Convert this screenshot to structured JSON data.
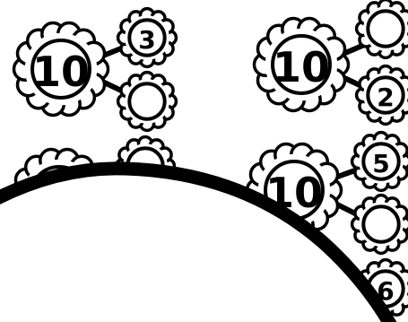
{
  "worksheet": {
    "groups": [
      {
        "whole": "10",
        "parts": [
          "3",
          ""
        ]
      },
      {
        "whole": "10",
        "parts": [
          "",
          "2"
        ]
      },
      {
        "whole": "",
        "parts": [
          "",
          ""
        ]
      },
      {
        "whole": "10",
        "parts": [
          "5",
          "",
          "6"
        ]
      }
    ]
  }
}
